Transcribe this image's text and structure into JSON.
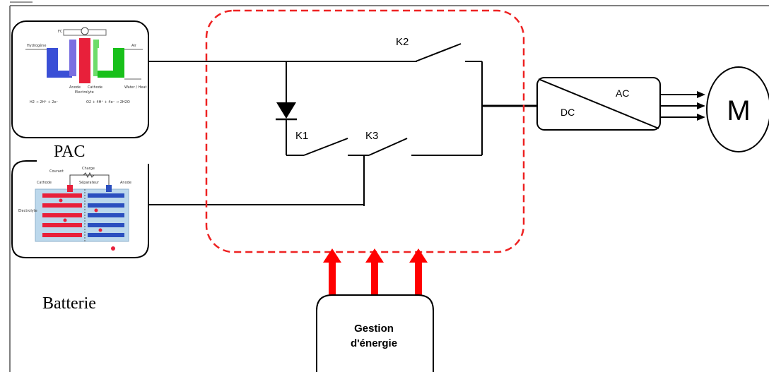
{
  "labels": {
    "k1": "K1",
    "k2": "K2",
    "k3": "K3",
    "pac": "PAC",
    "batterie": "Batterie",
    "dc": "DC",
    "ac": "AC",
    "motor": "M",
    "gestion_line1": "Gestion",
    "gestion_line2": "d'énergie"
  },
  "fuel_cell_thumbnail": {
    "labels": [
      "FC",
      "Hydrogène",
      "Air",
      "Anode",
      "Cathode",
      "Electrolyte",
      "Water / Heat"
    ],
    "equations": [
      "H2 → 2H⁺ + 2e⁻",
      "O2 + 4H⁺ + 4e⁻ → 2H2O"
    ]
  },
  "battery_thumbnail": {
    "labels": [
      "Courant",
      "Charge",
      "Cathode",
      "Séparateur",
      "Anode",
      "Electrolyte"
    ]
  },
  "colors": {
    "wire": "#000000",
    "dashed_box": "#ee2222",
    "control_arrows": "#ff0000",
    "red_electrode": "#e8203a",
    "blue_electrode": "#2b4fbf",
    "green_electrode": "#18c01a"
  }
}
